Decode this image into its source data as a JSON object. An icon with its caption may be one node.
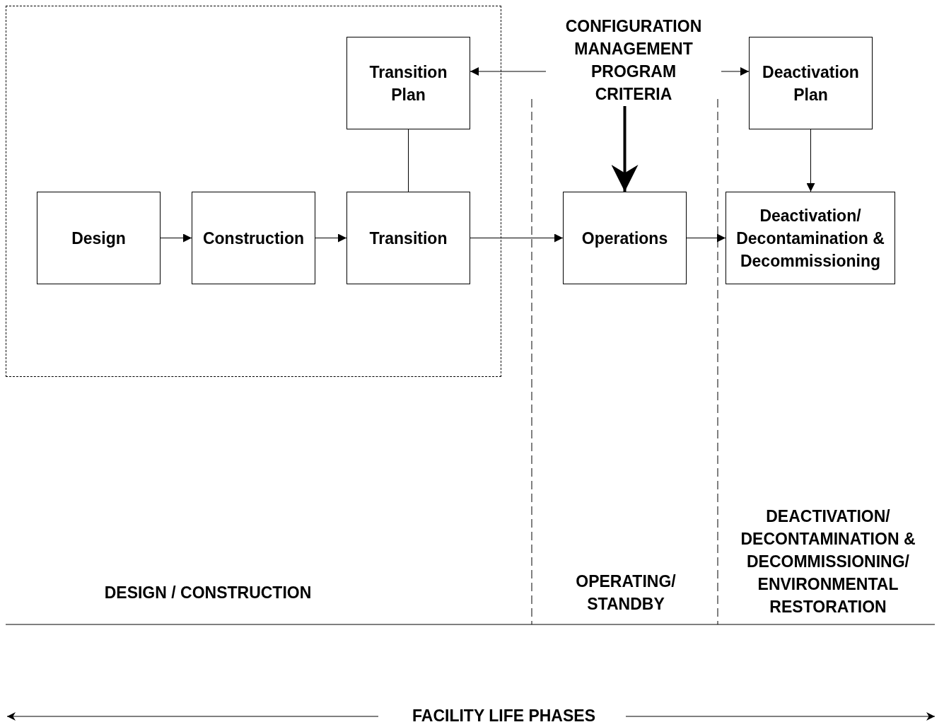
{
  "diagram": {
    "nodes": [
      {
        "text": [],
        "shape": "box"
      },
      {
        "text": [
          "Transition Plan"
        ],
        "in": 0
      },
      {
        "text": [
          "CONFIGURATION MANAGEMENT PROGRAM CRITERIA"
        ]
      },
      {
        "text": [
          "Deactivation Plan"
        ]
      },
      {
        "text": [
          "Design"
        ],
        "in": 0
      },
      {
        "text": [
          "Construction"
        ],
        "in": 0
      },
      {
        "text": [
          "Transition"
        ],
        "in": 0
      },
      {
        "text": [
          "Operations"
        ]
      },
      {
        "text": [
          "Deactivation/ Decontamination & Decommissioning"
        ]
      }
    ],
    "edges": [
      {
        "from": 2,
        "to": 1,
        "arrow": "to"
      },
      {
        "from": 2,
        "to": 3,
        "arrow": "to"
      },
      {
        "from": 2,
        "to": 7,
        "arrow": "to",
        "style": "thick"
      },
      {
        "from": 3,
        "to": 8,
        "arrow": "to"
      },
      {
        "from": 1,
        "to": 6,
        "arrow": "none"
      },
      {
        "from": 4,
        "to": 5,
        "arrow": "to"
      },
      {
        "from": 5,
        "to": 6,
        "arrow": "to"
      },
      {
        "from": 6,
        "to": 7,
        "arrow": "to"
      },
      {
        "from": 7,
        "to": 8,
        "arrow": "to"
      }
    ],
    "labels": [
      "DESIGN / CONSTRUCTION",
      "OPERATING/ STANDBY",
      "DEACTIVATION/ DECONTAMINATION & DECOMMISSIONING/ ENVIRONMENTAL RESTORATION",
      "FACILITY LIFE PHASES"
    ]
  }
}
